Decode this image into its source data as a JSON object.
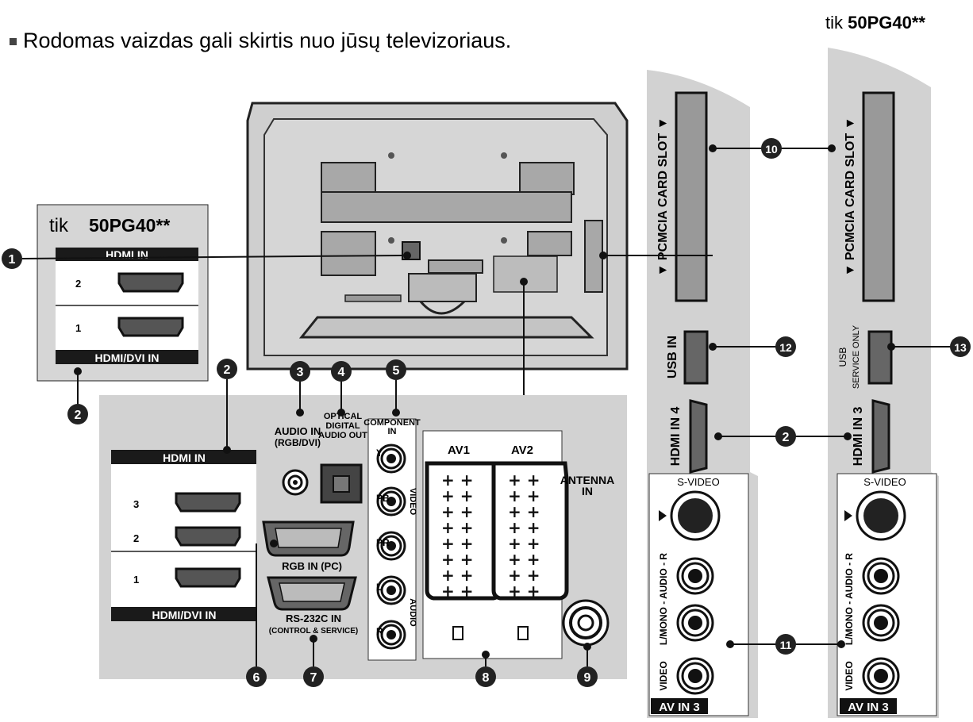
{
  "top_note": "Rodomas vaizdas gali skirtis nuo jūsų televizoriaus.",
  "topright_model": {
    "prefix": "tik ",
    "model": "50PG40**"
  },
  "inset_box": {
    "model_prefix": "tik ",
    "model": "50PG40**",
    "header": "HDMI IN",
    "port2": "2",
    "port1": "1",
    "footer": "HDMI/DVI IN"
  },
  "main_panel": {
    "hdmi_header": "HDMI IN",
    "hdmi_ports": [
      "3",
      "2",
      "1"
    ],
    "hdmi_footer": "HDMI/DVI IN",
    "audio_in": [
      "AUDIO IN",
      "(RGB/DVI)"
    ],
    "optical": [
      "OPTICAL",
      "DIGITAL",
      "AUDIO OUT"
    ],
    "component": [
      "COMPONENT",
      "IN"
    ],
    "comp_y": "Y",
    "comp_pb": "PB",
    "comp_pr": "PR",
    "comp_video": "VIDEO",
    "comp_l": "L",
    "comp_r": "R",
    "comp_audio": "AUDIO",
    "rgb_in": "RGB IN (PC)",
    "rs232": [
      "RS-232C IN",
      "(CONTROL & SERVICE)"
    ],
    "av1": "AV1",
    "av2": "AV2",
    "antenna": [
      "ANTENNA",
      "IN"
    ]
  },
  "side_panel_1": {
    "pcmcia": "▼ PCMCIA CARD SLOT ▼",
    "usb": "USB IN",
    "hdmi": "HDMI IN 4",
    "svideo": "S-VIDEO",
    "audio": "L/MONO - AUDIO - R",
    "video": "VIDEO",
    "av_in": "AV IN 3"
  },
  "side_panel_2": {
    "pcmcia": "▼ PCMCIA CARD SLOT ▼",
    "usb": "USB",
    "usb2": "SERVICE ONLY",
    "hdmi": "HDMI IN 3",
    "svideo": "S-VIDEO",
    "audio": "L/MONO - AUDIO - R",
    "video": "VIDEO",
    "av_in": "AV IN 3"
  },
  "callouts": [
    "1",
    "2",
    "2",
    "3",
    "4",
    "5",
    "6",
    "7",
    "8",
    "9",
    "10",
    "11",
    "12",
    "13",
    "2"
  ],
  "colors": {
    "panel_gray": "#d2d2d2",
    "dark": "#1a1a1a",
    "callout": "#222222"
  }
}
